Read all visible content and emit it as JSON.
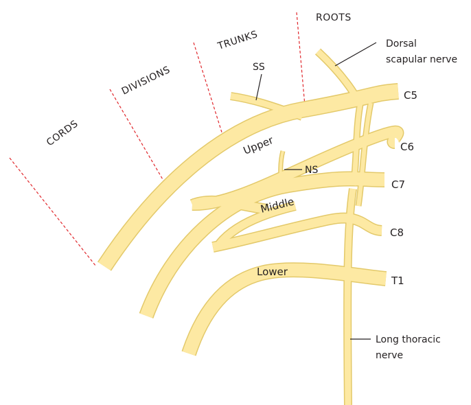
{
  "colors": {
    "nerve_fill": "#fde9a3",
    "nerve_outline": "#e3c96a",
    "guide_line": "#e0262b",
    "text": "#231f20"
  },
  "regions": {
    "roots": "ROOTS",
    "trunks": "TRUNKS",
    "divisions": "DIVISIONS",
    "cords": "CORDS"
  },
  "roots": {
    "c5": "C5",
    "c6": "C6",
    "c7": "C7",
    "c8": "C8",
    "t1": "T1"
  },
  "trunks": {
    "upper": "Upper",
    "middle": "Middle",
    "lower": "Lower"
  },
  "nerves": {
    "ss": "SS",
    "ns": "NS",
    "dorsal_scapular_line1": "Dorsal",
    "dorsal_scapular_line2": "scapular nerve",
    "long_thoracic_line1": "Long thoracic",
    "long_thoracic_line2": "nerve"
  }
}
